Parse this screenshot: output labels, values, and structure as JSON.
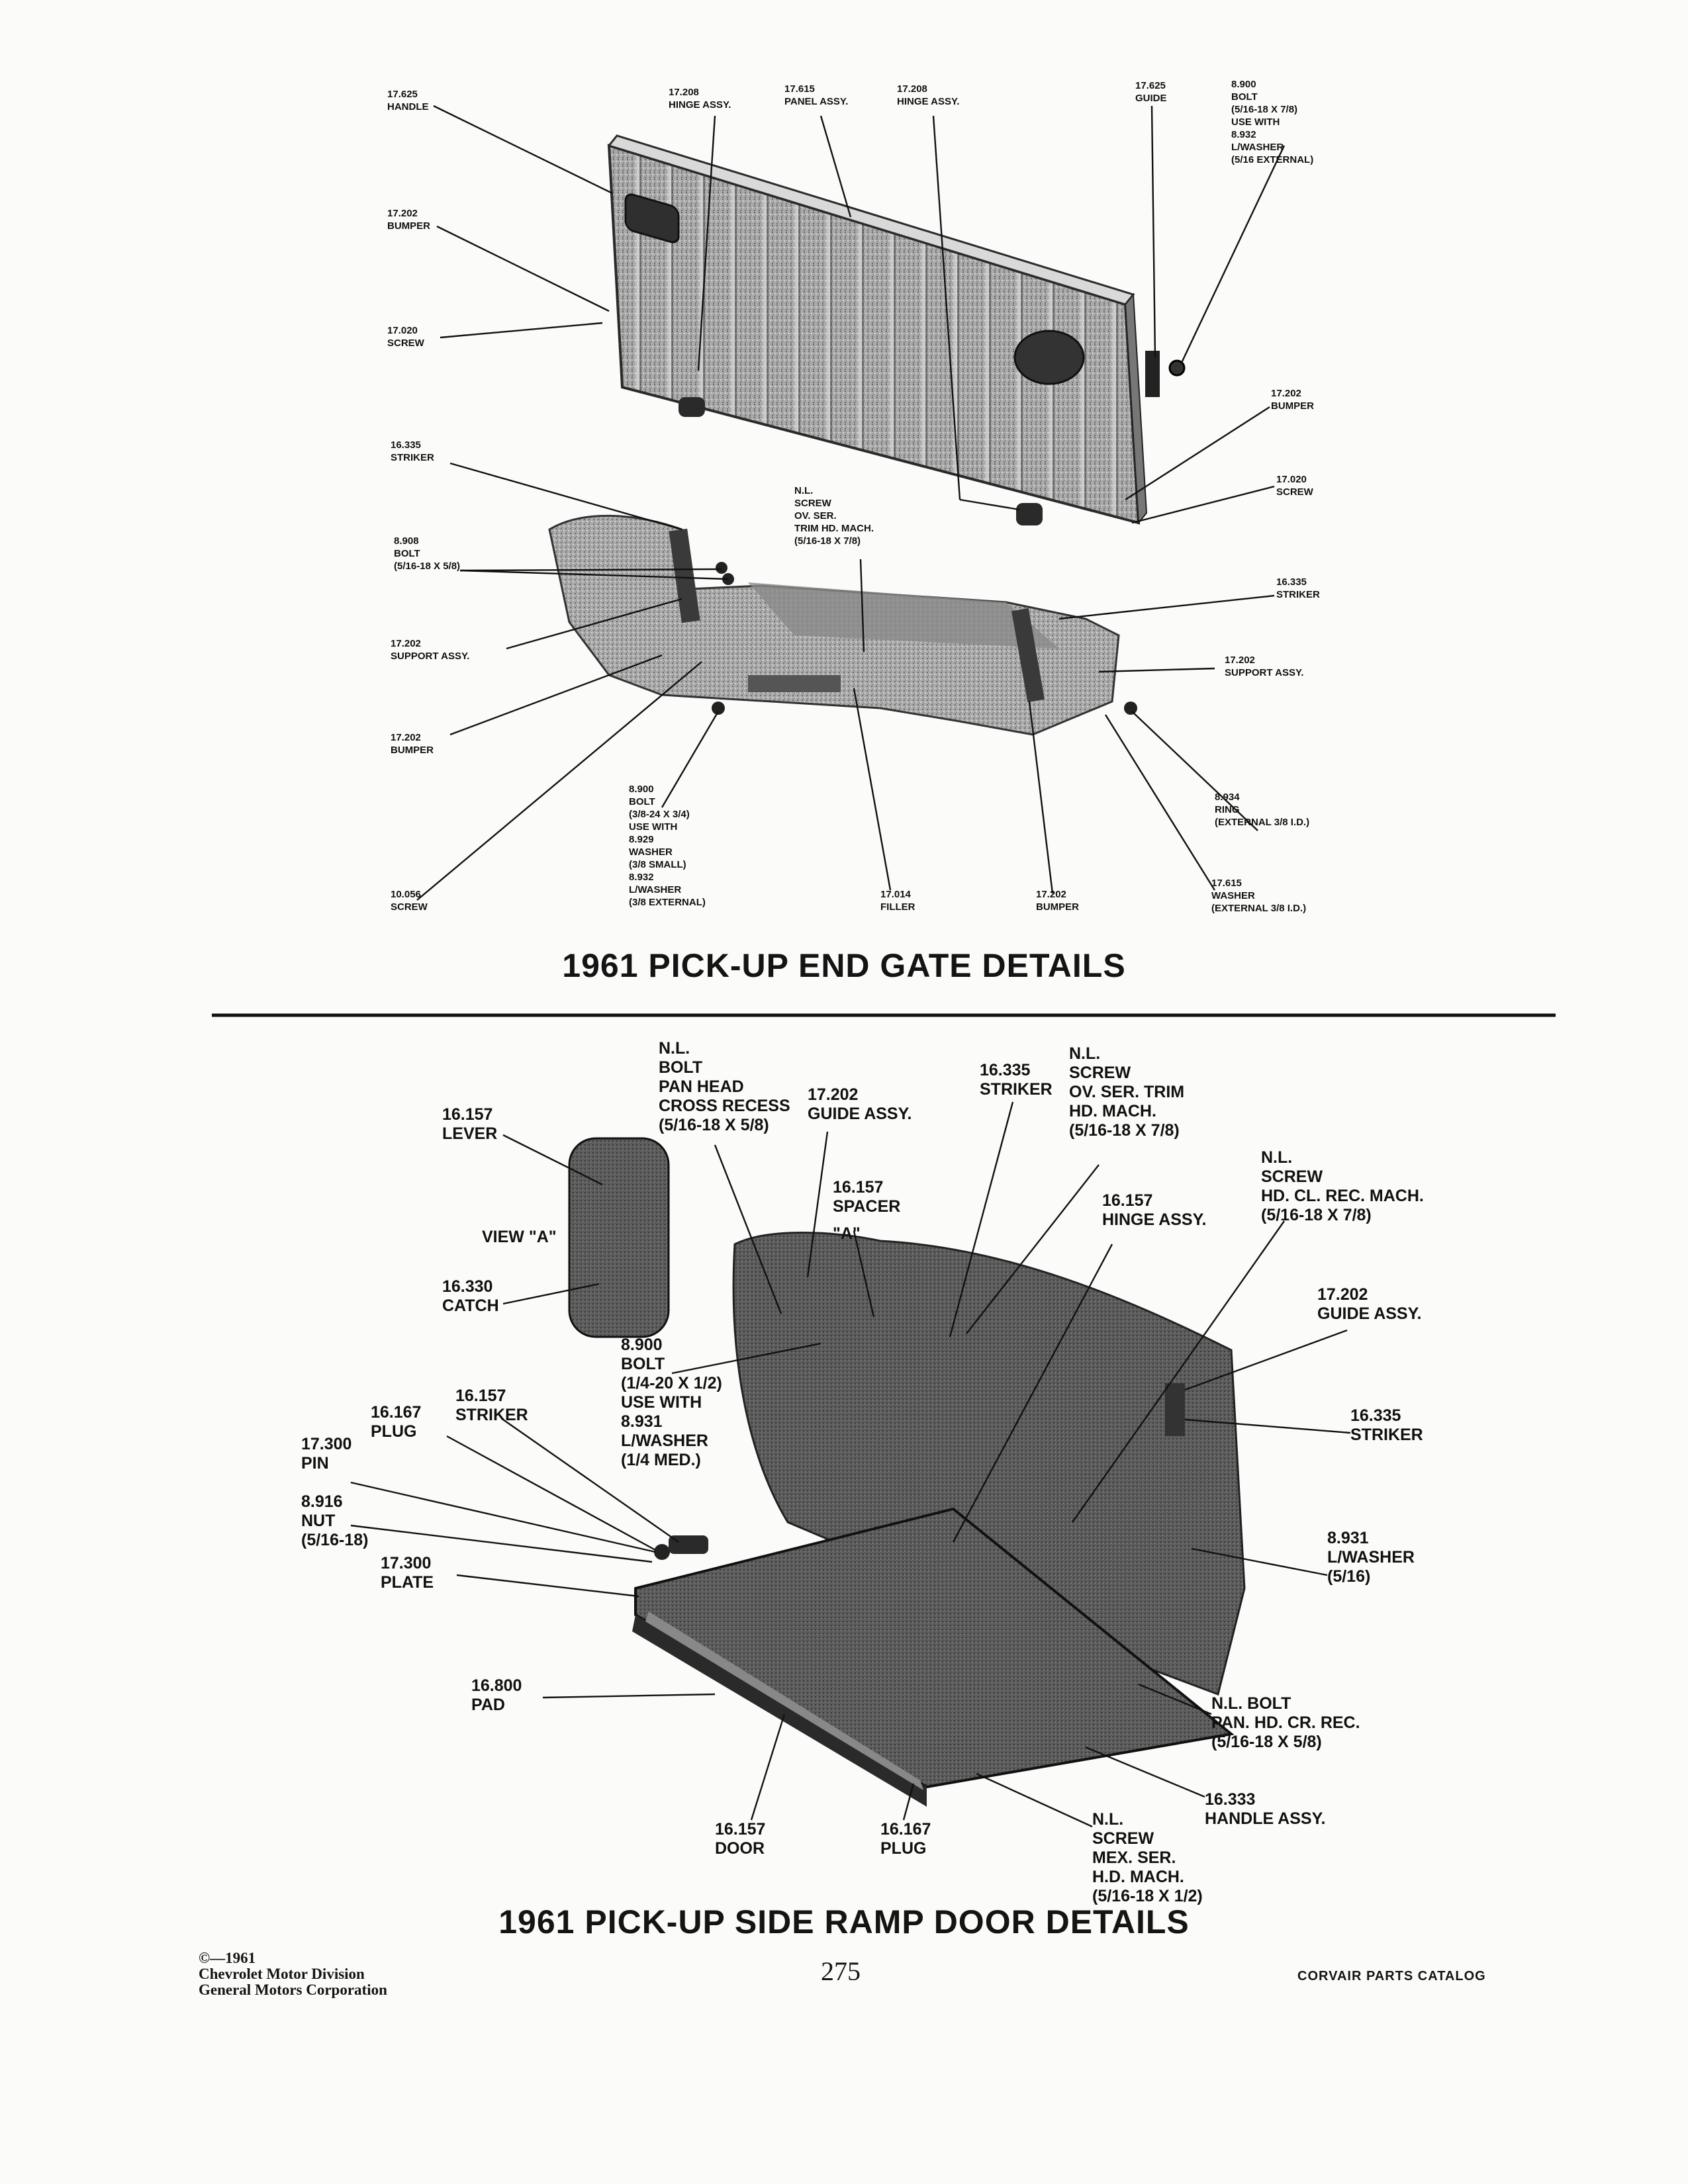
{
  "end_gate": {
    "title": "1961 PICK-UP END GATE DETAILS",
    "callouts": [
      {
        "id": "handle",
        "text": "17.625\nHANDLE"
      },
      {
        "id": "hinge-assy-1",
        "text": "17.208\nHINGE ASSY."
      },
      {
        "id": "panel-assy",
        "text": "17.615\nPANEL ASSY."
      },
      {
        "id": "hinge-assy-2",
        "text": "17.208\nHINGE ASSY."
      },
      {
        "id": "guide",
        "text": "17.625\nGUIDE"
      },
      {
        "id": "bolt-top",
        "text": "8.900\nBOLT\n(5/16-18 x 7/8)\nUSE WITH\n8.932\nL/WASHER\n(5/16 EXTERNAL)"
      },
      {
        "id": "bumper-left-upper",
        "text": "17.202\nBUMPER"
      },
      {
        "id": "screw-left",
        "text": "17.020\nSCREW"
      },
      {
        "id": "bumper-right-upper",
        "text": "17.202\nBUMPER"
      },
      {
        "id": "screw-right",
        "text": "17.020\nSCREW"
      },
      {
        "id": "striker-left",
        "text": "16.335\nSTRIKER"
      },
      {
        "id": "nl-screw",
        "text": "N.L.\nSCREW\nOV. SER.\nTRIM HD. MACH.\n(5/16-18 x 7/8)"
      },
      {
        "id": "bolt-8908",
        "text": "8.908\nBOLT\n(5/16-18 x 5/8)"
      },
      {
        "id": "striker-right",
        "text": "16.335\nSTRIKER"
      },
      {
        "id": "support-left",
        "text": "17.202\nSUPPORT ASSY."
      },
      {
        "id": "support-right",
        "text": "17.202\nSUPPORT ASSY."
      },
      {
        "id": "bumper-left-lower",
        "text": "17.202\nBUMPER"
      },
      {
        "id": "bolt-bottom",
        "text": "8.900\nBOLT\n(3/8-24 x 3/4)\nUSE WITH\n8.929\nWASHER\n(3/8 SMALL)\n8.932\nL/WASHER\n(3/8 EXTERNAL)"
      },
      {
        "id": "ring",
        "text": "8.934\nRING\n(EXTERNAL 3/8 I.D.)"
      },
      {
        "id": "screw-10056",
        "text": "10.056\nSCREW"
      },
      {
        "id": "filler",
        "text": "17.014\nFILLER"
      },
      {
        "id": "bumper-bottom",
        "text": "17.202\nBUMPER"
      },
      {
        "id": "washer",
        "text": "17.615\nWASHER\n(EXTERNAL 3/8 I.D.)"
      }
    ]
  },
  "side_ramp": {
    "title": "1961 PICK-UP SIDE RAMP DOOR DETAILS",
    "callouts": [
      {
        "id": "nl-bolt-pan",
        "text": "N.L.\nBOLT\nPAN HEAD\nCROSS RECESS\n(5/16-18 x 5/8)"
      },
      {
        "id": "guide-assy-top",
        "text": "17.202\nGUIDE ASSY."
      },
      {
        "id": "striker-top",
        "text": "16.335\nSTRIKER"
      },
      {
        "id": "nl-screw-trim",
        "text": "N.L.\nSCREW\nOV. SER. TRIM\nHD. MACH.\n(5/16-18 x 7/8)"
      },
      {
        "id": "lever",
        "text": "16.157\nLEVER"
      },
      {
        "id": "spacer",
        "text": "16.157\nSPACER"
      },
      {
        "id": "view-a-marker",
        "text": "\"A\""
      },
      {
        "id": "hinge-assy",
        "text": "16.157\nHINGE ASSY."
      },
      {
        "id": "nl-screw-hd",
        "text": "N.L.\nSCREW\nHD. CL. REC. MACH.\n(5/16-18 x 7/8)"
      },
      {
        "id": "view-a",
        "text": "VIEW \"A\""
      },
      {
        "id": "catch",
        "text": "16.330\nCATCH"
      },
      {
        "id": "guide-assy-right",
        "text": "17.202\nGUIDE ASSY."
      },
      {
        "id": "bolt-8900",
        "text": "8.900\nBOLT\n(1/4-20 x 1/2)\nUSE WITH\n8.931\nL/WASHER\n(1/4 MED.)"
      },
      {
        "id": "striker-left",
        "text": "16.157\nSTRIKER"
      },
      {
        "id": "plug-top",
        "text": "16.167\nPLUG"
      },
      {
        "id": "striker-right",
        "text": "16.335\nSTRIKER"
      },
      {
        "id": "pin",
        "text": "17.300\nPIN"
      },
      {
        "id": "nut",
        "text": "8.916\nNUT\n(5/16-18)"
      },
      {
        "id": "lwasher",
        "text": "8.931\nL/WASHER\n(5/16)"
      },
      {
        "id": "plate",
        "text": "17.300\nPLATE"
      },
      {
        "id": "pad",
        "text": "16.800\nPAD"
      },
      {
        "id": "nl-bolt-pan-hd",
        "text": "N.L. BOLT\nPAN. HD. CR. REC.\n(5/16-18 x 5/8)"
      },
      {
        "id": "handle-assy",
        "text": "16.333\nHANDLE ASSY."
      },
      {
        "id": "door",
        "text": "16.157\nDOOR"
      },
      {
        "id": "plug-bottom",
        "text": "16.167\nPLUG"
      },
      {
        "id": "nl-screw-mex",
        "text": "N.L.\nSCREW\nMEX. SER.\nH.D. MACH.\n(5/16-18 x 1/2)"
      }
    ]
  },
  "footer": {
    "copyright": "©—1961\nChevrolet Motor Division\nGeneral Motors Corporation",
    "page_number": "275",
    "catalog": "CORVAIR PARTS CATALOG"
  }
}
